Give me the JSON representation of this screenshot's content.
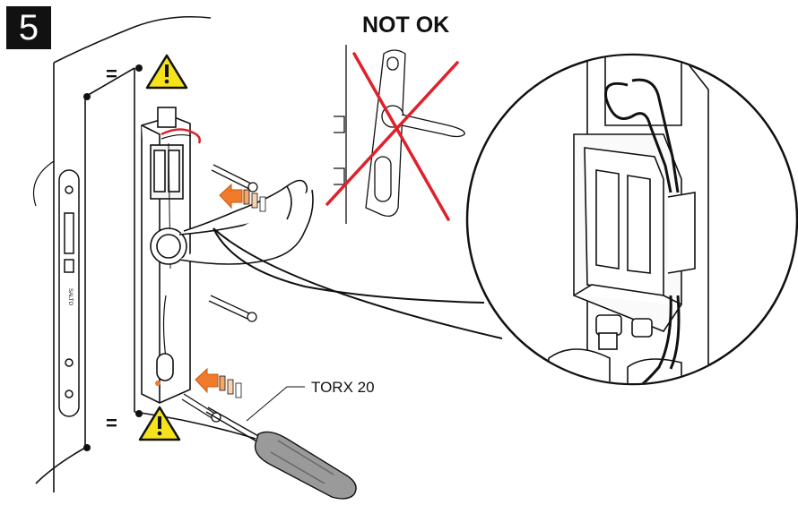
{
  "step_number": "5",
  "not_ok_label": "NOT OK",
  "tool_label": "TORX 20",
  "door_mark_top": "=",
  "door_mark_bottom": "=",
  "colors": {
    "cross": "#e0202a",
    "arrow": "#f07b2a",
    "warning_fill": "#f5e21b",
    "wire": "#d8242b",
    "outline": "#111111"
  },
  "icons": [
    "warning-icon",
    "warning-icon",
    "arrow-icon",
    "arrow-icon",
    "cross-icon"
  ]
}
